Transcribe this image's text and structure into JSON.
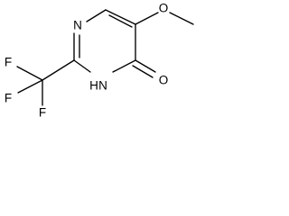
{
  "molecule": {
    "atoms": {
      "n_top": "N",
      "nh": "N",
      "nh_h": "H",
      "o_carbonyl": "O",
      "o_methoxy": "O",
      "f1": "F",
      "f2": "F",
      "f3": "F"
    }
  }
}
